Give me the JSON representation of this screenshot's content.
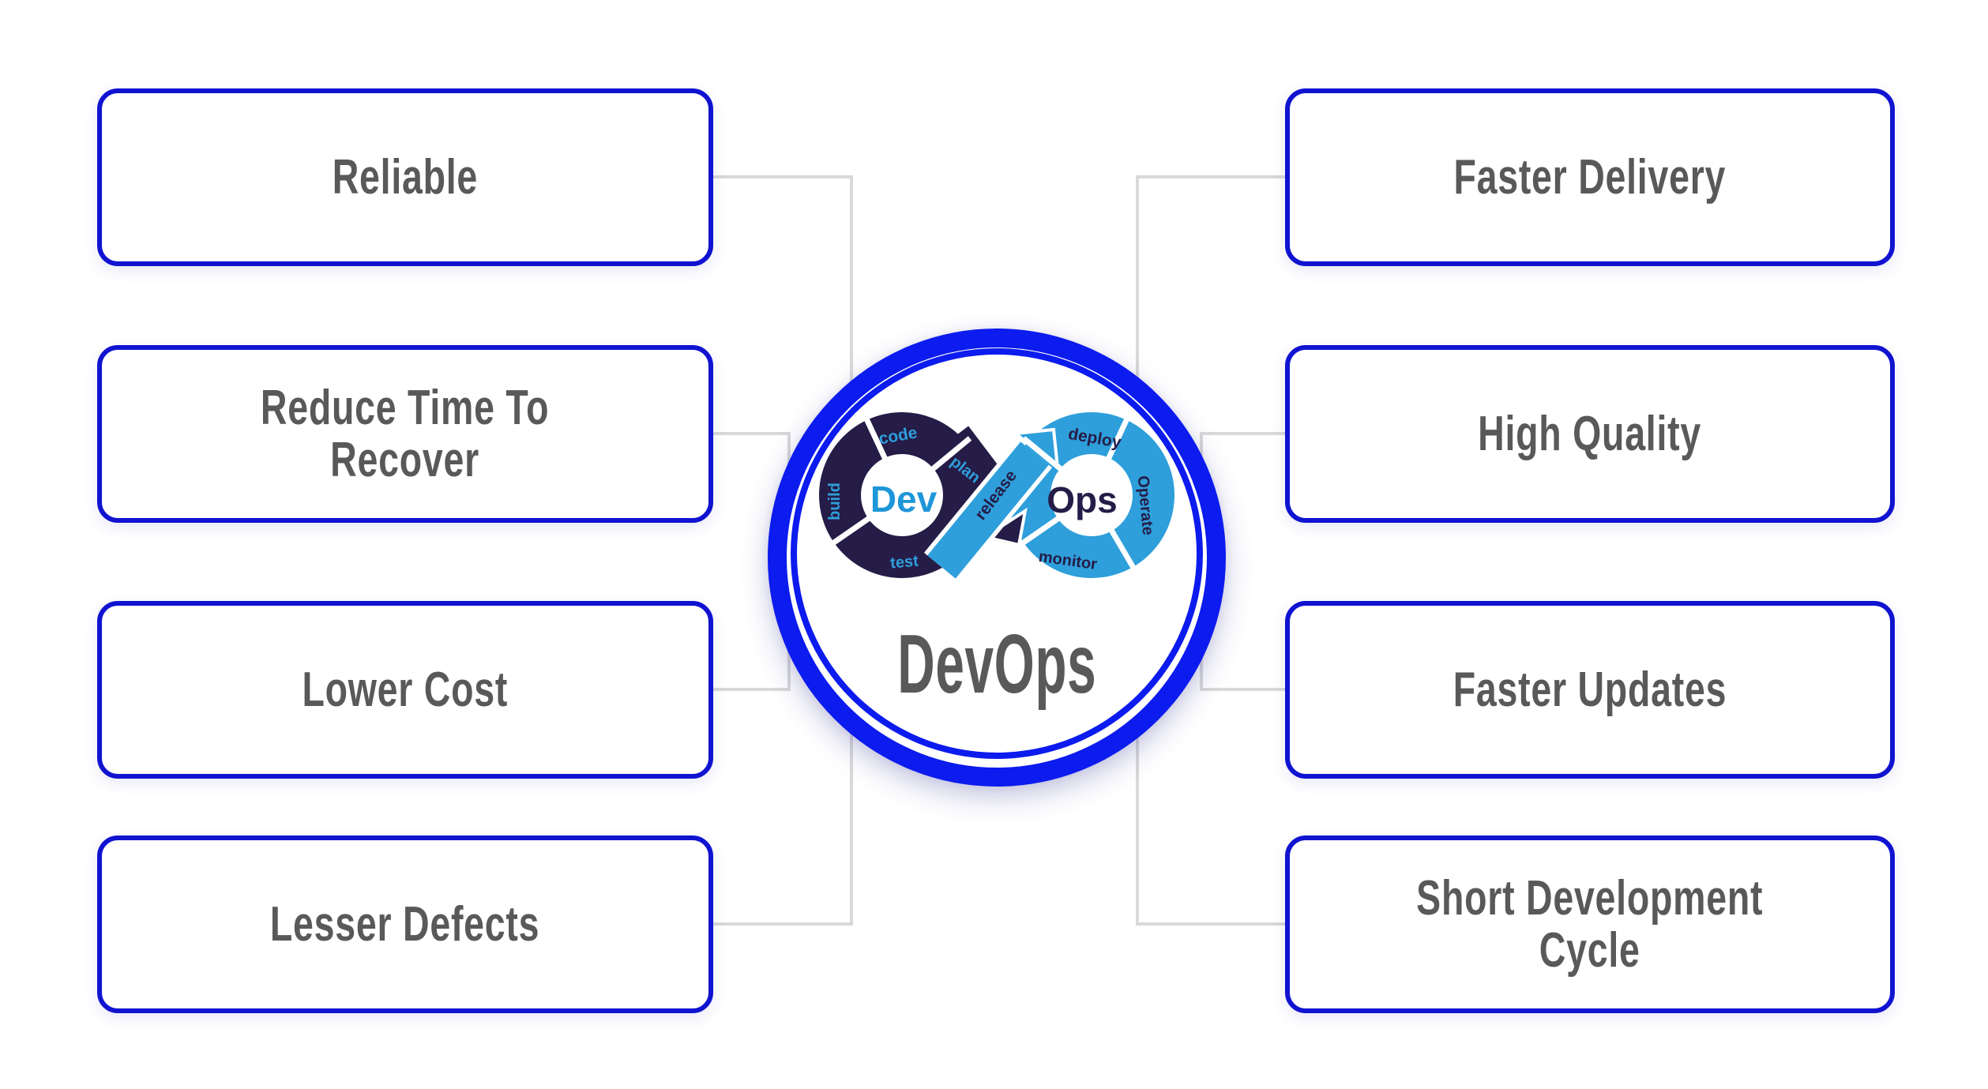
{
  "diagram_title": "DevOps",
  "hub": {
    "title": "DevOps",
    "logo": {
      "dev": "Dev",
      "ops": "Ops",
      "code": "code",
      "plan": "plan",
      "build": "build",
      "test": "test",
      "release": "release",
      "deploy": "deploy",
      "operate": "Operate",
      "monitor": "monitor"
    }
  },
  "left_boxes": [
    {
      "label": "Reliable"
    },
    {
      "label": "Reduce Time To\nRecover"
    },
    {
      "label": "Lower Cost"
    },
    {
      "label": "Lesser Defects"
    }
  ],
  "right_boxes": [
    {
      "label": "Faster Delivery"
    },
    {
      "label": "High Quality"
    },
    {
      "label": "Faster Updates"
    },
    {
      "label": "Short Development\nCycle"
    }
  ],
  "colors": {
    "card_border_blue": "#1013d0",
    "hub_ring_blue": "#0c1bee",
    "connector_gray": "#d9d9d9",
    "label_gray": "#595959",
    "dev_loop_navy": "#251c47",
    "ops_loop_blue": "#2e9fdb",
    "dev_text_blue": "#1e96d8",
    "background": "#ffffff"
  }
}
